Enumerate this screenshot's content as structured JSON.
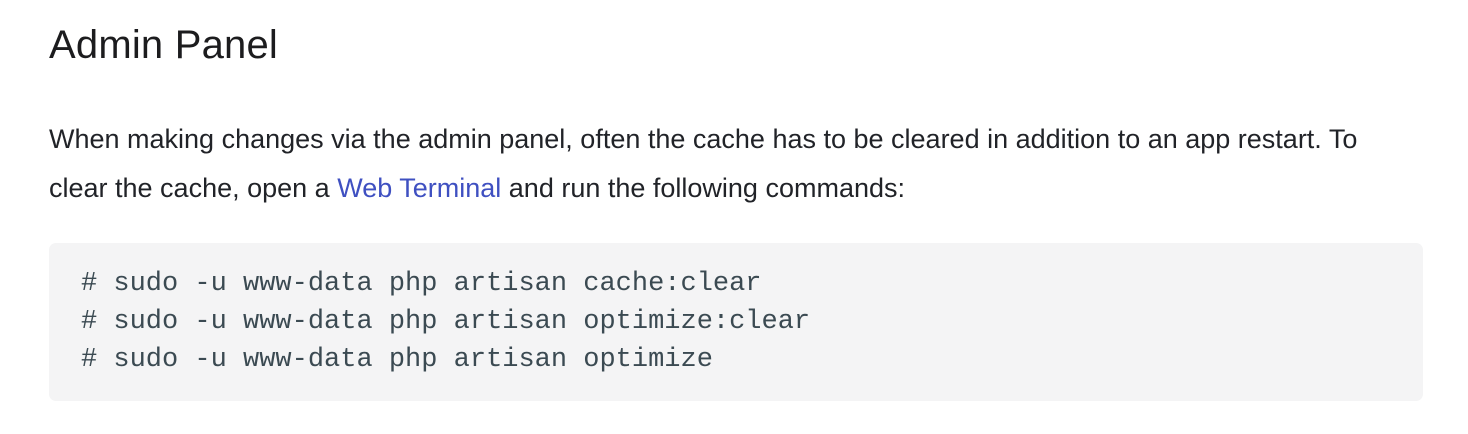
{
  "page": {
    "heading": "Admin Panel",
    "paragraph": {
      "before_link": "When making changes via the admin panel, often the cache has to be cleared in addition to an app restart. To clear the cache, open a ",
      "link_text": "Web Terminal",
      "after_link": " and run the following commands:"
    },
    "code_block": {
      "lines": [
        "# sudo -u www-data php artisan cache:clear",
        "# sudo -u www-data php artisan optimize:clear",
        "# sudo -u www-data php artisan optimize"
      ]
    },
    "colors": {
      "heading_text": "#1c1c1e",
      "body_text": "#212328",
      "link": "#3f50c1",
      "code_background": "#f4f4f5",
      "code_text": "#3b4a52"
    }
  }
}
